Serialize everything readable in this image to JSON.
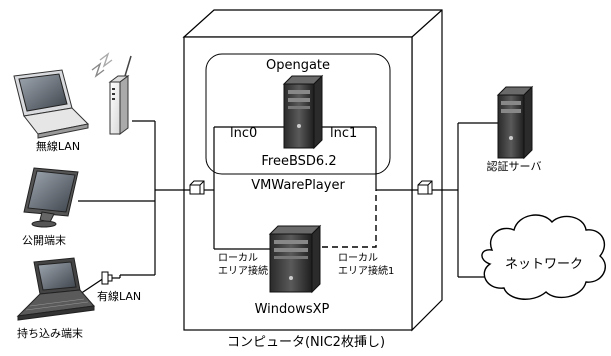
{
  "labels": {
    "wireless_lan": "無線LAN",
    "public_terminal": "公開端末",
    "byod_terminal": "持ち込み端末",
    "wired_lan": "有線LAN",
    "opengate": "Opengate",
    "lnc0": "lnc0",
    "lnc1": "lnc1",
    "freebsd": "FreeBSD6.2",
    "vmware": "VMWarePlayer",
    "local_area_1": "ローカル",
    "local_area_2": "エリア接続",
    "local_area1_1": "ローカル",
    "local_area1_2": "エリア接続1",
    "windowsxp": "WindowsXP",
    "computer_caption": "コンピュータ(NIC2枚挿し)",
    "auth_server": "認証サーバ",
    "network": "ネットワーク"
  }
}
